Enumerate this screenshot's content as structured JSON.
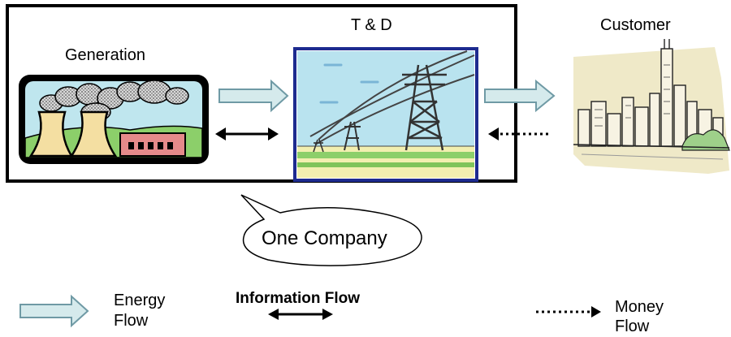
{
  "diagram": {
    "generation_label": "Generation",
    "td_label": "T & D",
    "customer_label": "Customer",
    "callout_label": "One Company"
  },
  "legend": {
    "energy": {
      "line1": "Energy",
      "line2": "Flow",
      "icon": "block-arrow-icon"
    },
    "information": {
      "label": "Information Flow",
      "icon": "double-headed-arrow-icon"
    },
    "money": {
      "line1": "Money",
      "line2": "Flow",
      "icon": "dotted-arrow-icon"
    }
  },
  "colors": {
    "energy_arrow_fill": "#d5eaec",
    "energy_arrow_stroke": "#6f9aa5",
    "td_frame": "#1d2b8f",
    "td_sky": "#b9e3ef",
    "smoke": "#a9a9a9",
    "factory": "#e58a8a",
    "cooling_tower": "#f4dfa2",
    "ground_green": "#8ccf6a",
    "city_bg": "#efe9c8",
    "city_tree": "#9ed08a"
  }
}
